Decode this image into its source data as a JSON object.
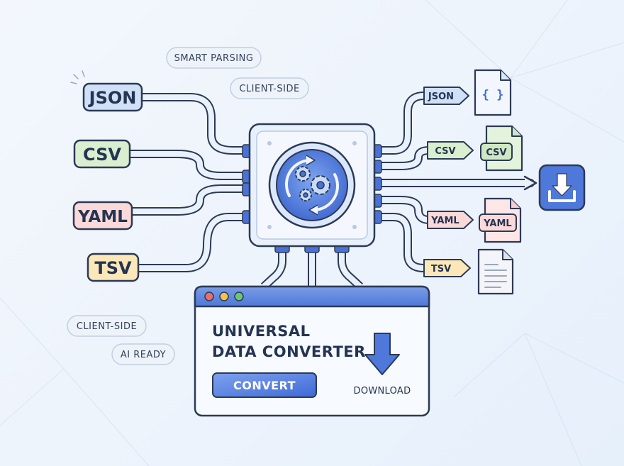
{
  "badges": {
    "smart_parsing": "SMART PARSING",
    "client_side_top": "CLIENT-SIDE",
    "client_side_bottom": "CLIENT-SIDE",
    "ai_ready": "AI READY"
  },
  "inputs": {
    "json": "JSON",
    "csv": "CSV",
    "yaml": "YAML",
    "tsv": "TSV"
  },
  "outputs": {
    "json": "JSON",
    "csv": "CSV",
    "yaml": "YAML",
    "tsv": "TSV"
  },
  "files": {
    "json_glyph": "{ }",
    "csv_glyph": "CSV",
    "yaml_glyph": "YAML"
  },
  "window": {
    "title_line1": "UNIVERSAL",
    "title_line2": "DATA CONVERTER",
    "convert_label": "CONVERT",
    "download_label": "DOWNLOAD"
  },
  "icons": {
    "hub": "gears-refresh-icon",
    "download_box": "download-icon",
    "window_download": "download-arrow-icon"
  },
  "colors": {
    "json": "#cfe0f7",
    "csv": "#d9efcf",
    "yaml": "#fbd9d9",
    "tsv": "#fbe7b8",
    "accent": "#3f6fd8",
    "outline": "#2c3a55"
  }
}
